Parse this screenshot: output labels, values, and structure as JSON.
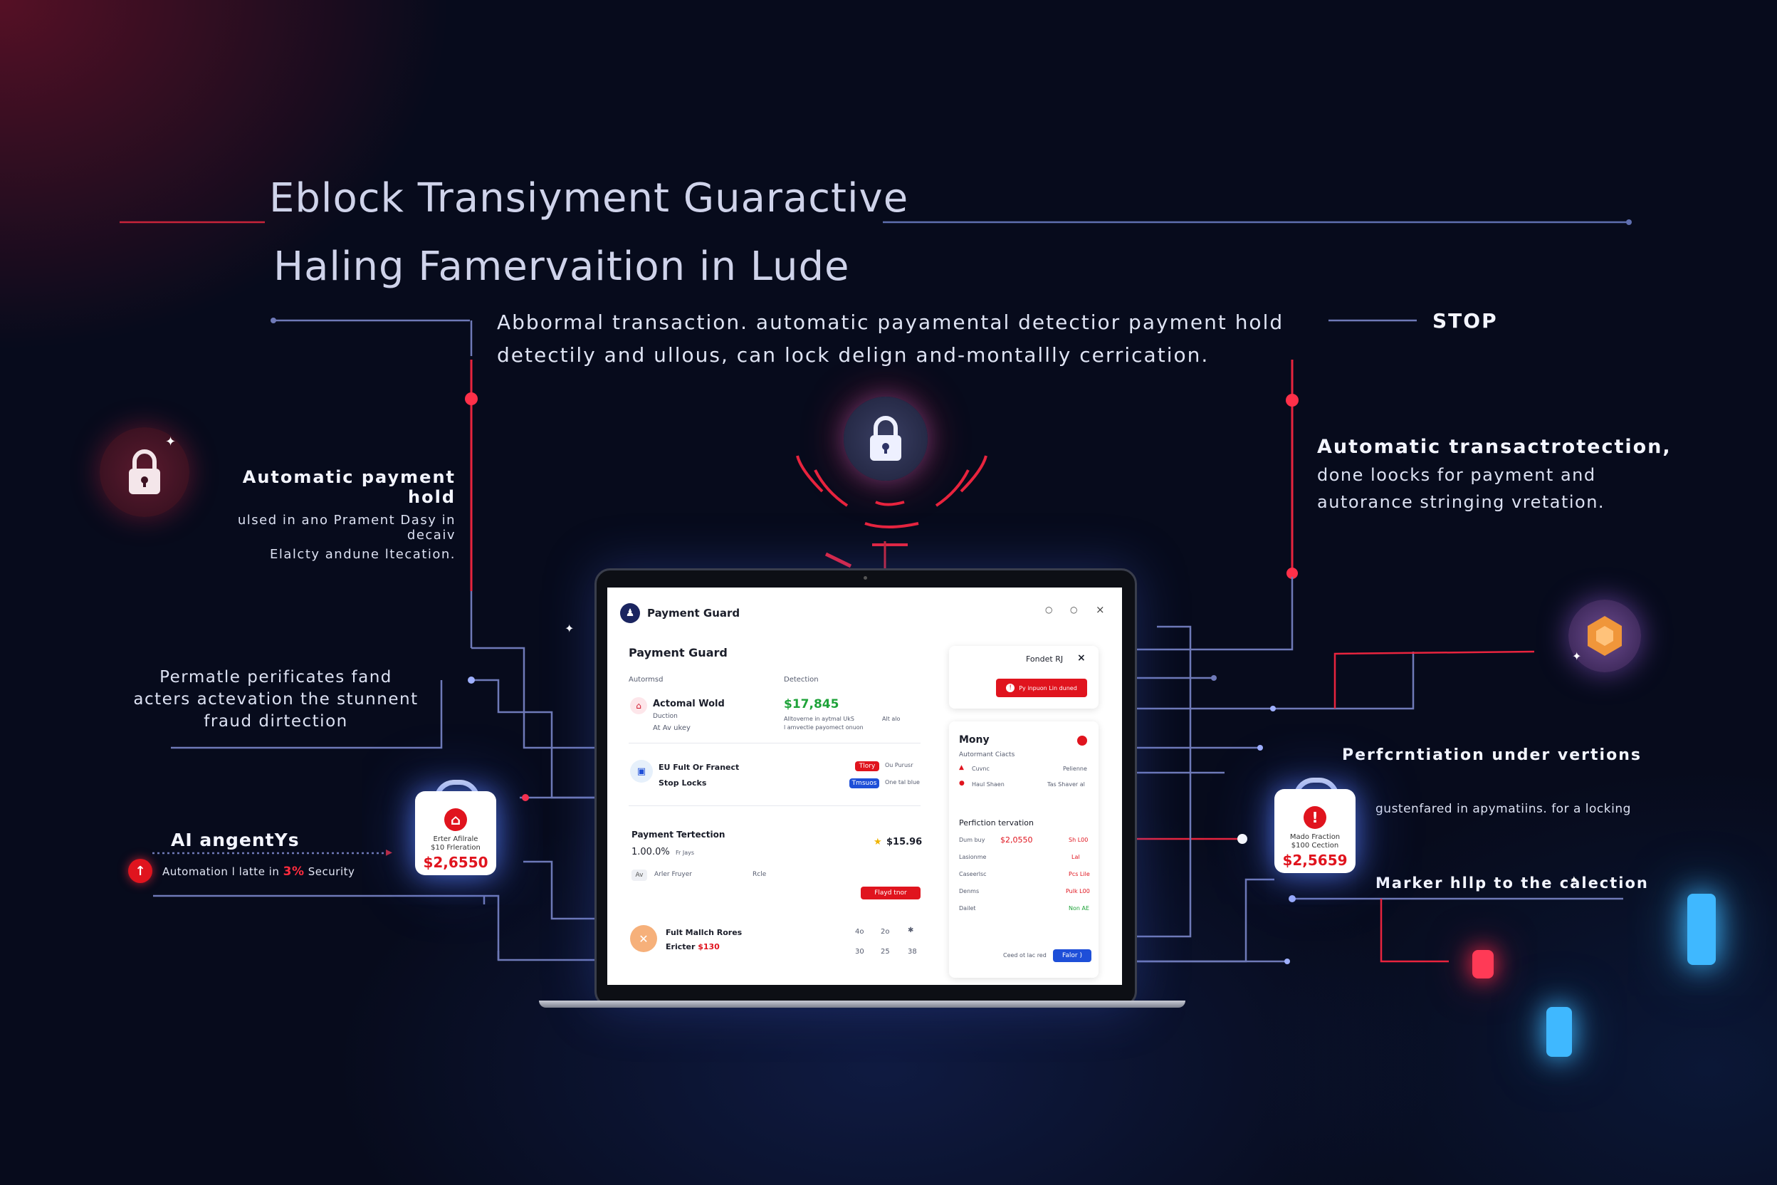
{
  "header": {
    "title_line1": "Eblock Transiyment Guaractive",
    "title_line2": "Haling Famervaition in Lude",
    "subtitle_line1": "Abbormal  transaction. automatic payamental detectior payment hold",
    "subtitle_line2": "detectily and ullous, can lock delign and-montallly cerrication.",
    "stop_label": "STOP"
  },
  "left": {
    "panel1": {
      "title": "Automatic  payment  hold",
      "line1": "ulsed in ano Prament Dasy in decaiv",
      "line2": "Elalcty  andune ltecation."
    },
    "panel2": {
      "line1": "Permatle perificates fand",
      "line2": "acters actevation the stunnent",
      "line3": "fraud dirtection"
    },
    "ai": {
      "title": "AI angentYs",
      "text_prefix": "Automation l latte in ",
      "text_highlight": "3%",
      "text_suffix": " Security",
      "badge_icon": "arrow-up-icon"
    },
    "bag": {
      "line1": "Erter Afilrale",
      "line2": "$10 Frleration",
      "price": "$2,6550"
    }
  },
  "right": {
    "panel1": {
      "line1": "Automatic transactrotection,",
      "line2": "done loocks for payment and",
      "line3": "autorance stringing vretation."
    },
    "panel2": {
      "title": "Perfcrntiation under vertions",
      "line1": "gustenfared in apymatiins. for a locking"
    },
    "panel3": {
      "title": "Marker hllp to the calection"
    },
    "bag": {
      "line1": "Mado Fraction",
      "line2": "$100 Cection",
      "price": "$2,5659"
    }
  },
  "app": {
    "window_title": "Payment Guard",
    "window_controls": [
      "○",
      "○",
      "×"
    ],
    "main_title": "Payment Guard",
    "col1_label": "Autormsd",
    "col2_label": "Detection",
    "row1": {
      "title": "Actomal Wold",
      "sub1": "Duction",
      "sub2": "At Av ukey",
      "amount": "$17,845",
      "note1": "Alltoverne in aytmal UkS",
      "note2": "Alt alo",
      "note3": "l amvectie payomect onuon"
    },
    "row2": {
      "title": "EU Fult Or Franect",
      "sub": "Stop Locks",
      "pill1": "Tlory",
      "pill1b": "Ou Purusr",
      "pill2": "Tmsuos",
      "pill2b": "One tal blue"
    },
    "row3": {
      "title": "Payment Tertection",
      "pct": "1.00.0%",
      "pct_note": "Fr Jays",
      "amount": "$15.96",
      "chip1": "Av",
      "chip2": "Arler Fruyer",
      "chip3": "Rcle",
      "button": "Flayd tnor"
    },
    "row4": {
      "title": "Fult Mallch Rores",
      "sub_prefix": "Ericter",
      "sub_amount": "$130",
      "grid": [
        "4o",
        "2o",
        "✱",
        "30",
        "25",
        "38"
      ]
    },
    "side1": {
      "title": "Fondet RJ",
      "close": "×",
      "alert": "Py inpuon Lin duned"
    },
    "side2": {
      "title": "Mony",
      "sub": "Autormant Ciacts",
      "items": [
        {
          "label": "Cuvnc",
          "value": "Pelienne"
        },
        {
          "label": "Haul Shaen",
          "value": "Tas  Shaver al"
        }
      ],
      "section": "Perfiction tervation",
      "rows": [
        {
          "label": "Dum buy",
          "amount": "$2,0550",
          "value": "Sh L00"
        },
        {
          "label": "Lasionme",
          "value": "Lal"
        },
        {
          "label": "Caseerlsc",
          "value": "Pcs Lile"
        },
        {
          "label": "Denms",
          "value": "Pulk L00"
        },
        {
          "label": "Dailet",
          "value": "Non AE"
        }
      ],
      "footer_text": "Ceed ot lac red",
      "footer_button": "Falor )"
    }
  },
  "colors": {
    "accent_red": "#e0141e",
    "accent_blue": "#1e4fd8",
    "line_blue": "#7f8fc8",
    "glow_cyan": "#3fb8ff"
  }
}
